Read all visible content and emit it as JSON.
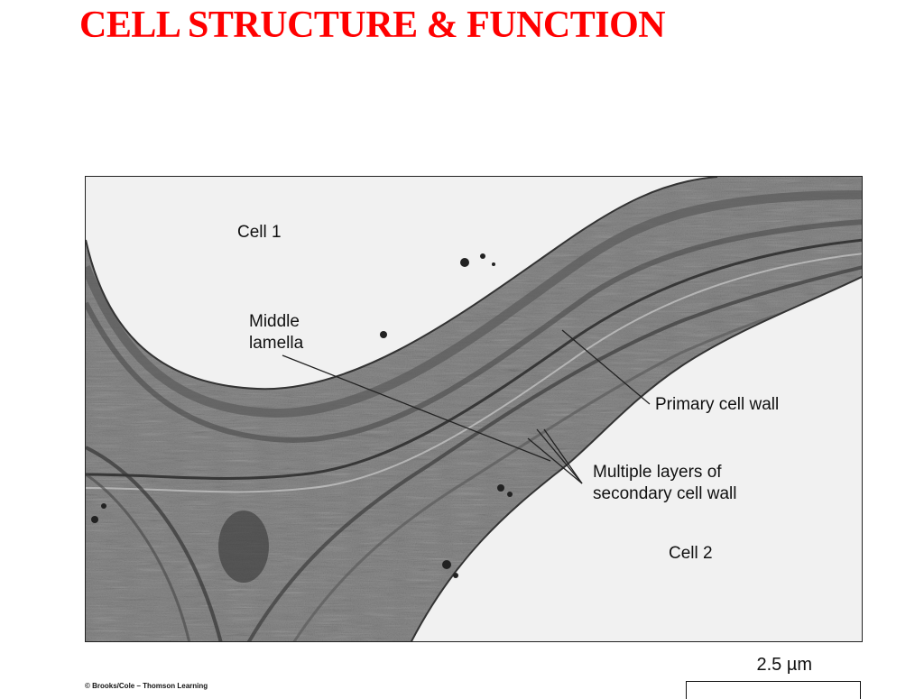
{
  "slide": {
    "title": "CELL STRUCTURE & FUNCTION",
    "title_color": "#ff0000"
  },
  "figure": {
    "labels": {
      "cell1": "Cell 1",
      "cell2": "Cell 2",
      "middle_lamella_line1": "Middle",
      "middle_lamella_line2": "lamella",
      "primary_wall": "Primary cell wall",
      "secondary_wall_line1": "Multiple layers of",
      "secondary_wall_line2": "secondary cell wall"
    },
    "scale": "2.5 µm",
    "credit": "© Brooks/Cole – Thomson Learning"
  }
}
